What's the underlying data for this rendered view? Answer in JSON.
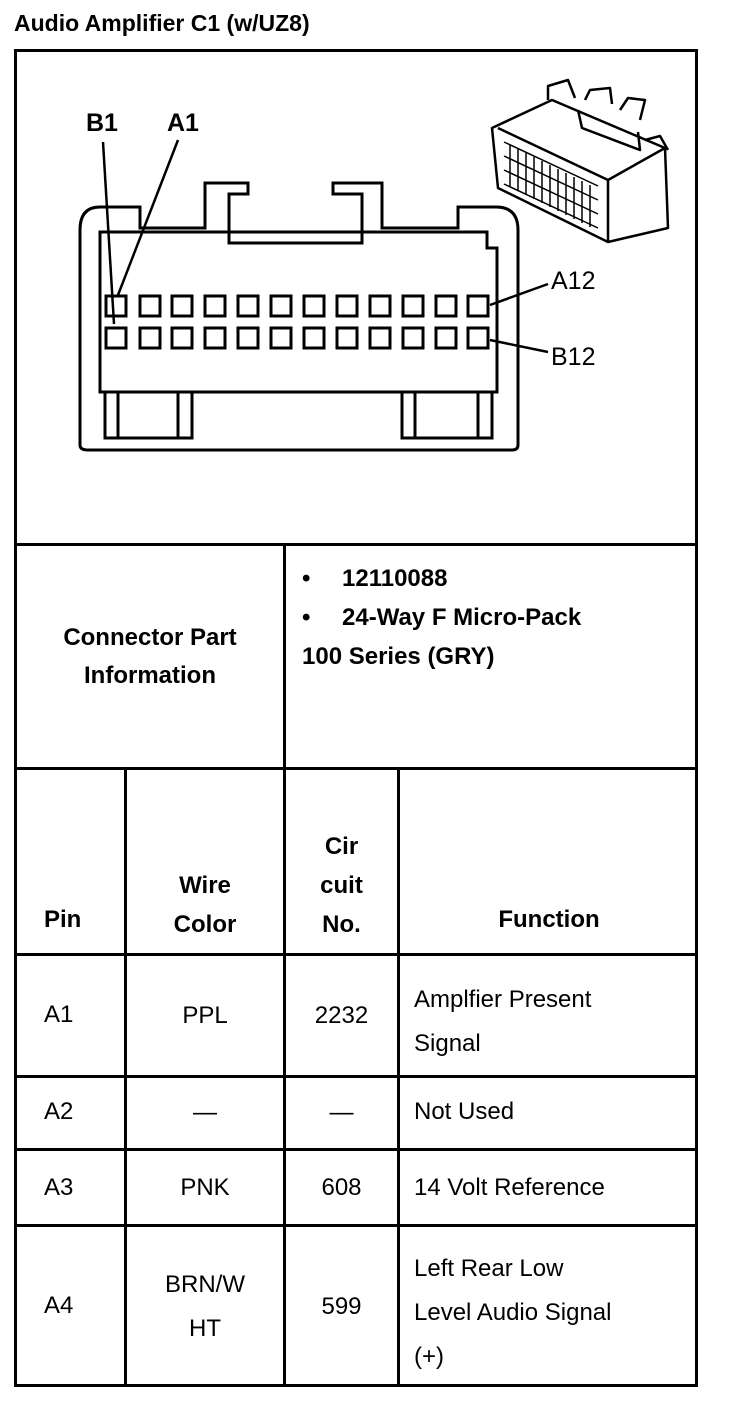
{
  "title": "Audio Amplifier C1 (w/UZ8)",
  "diagram": {
    "labels": {
      "b1": "B1",
      "a1": "A1",
      "a12": "A12",
      "b12": "B12"
    }
  },
  "part_info": {
    "label_line1": "Connector Part",
    "label_line2": "Information",
    "bullet_glyph": "•",
    "part_number": "12110088",
    "description": "24-Way F Micro-Pack",
    "description_cont": "100 Series (GRY)"
  },
  "headers": {
    "pin": "Pin",
    "wire_color_1": "Wire",
    "wire_color_2": "Color",
    "circuit_1": "Cir",
    "circuit_2": "cuit",
    "circuit_3": "No.",
    "function": "Function"
  },
  "rows": [
    {
      "pin": "A1",
      "wire": [
        "PPL"
      ],
      "circuit": "2232",
      "function": [
        "Amplfier Present",
        "Signal"
      ]
    },
    {
      "pin": "A2",
      "wire": [
        "—"
      ],
      "circuit": "—",
      "function": [
        "Not Used"
      ]
    },
    {
      "pin": "A3",
      "wire": [
        "PNK"
      ],
      "circuit": "608",
      "function": [
        "14 Volt Reference"
      ]
    },
    {
      "pin": "A4",
      "wire": [
        "BRN/W",
        "HT"
      ],
      "circuit": "599",
      "function": [
        "Left Rear Low",
        "Level Audio Signal",
        "(+)"
      ]
    }
  ]
}
